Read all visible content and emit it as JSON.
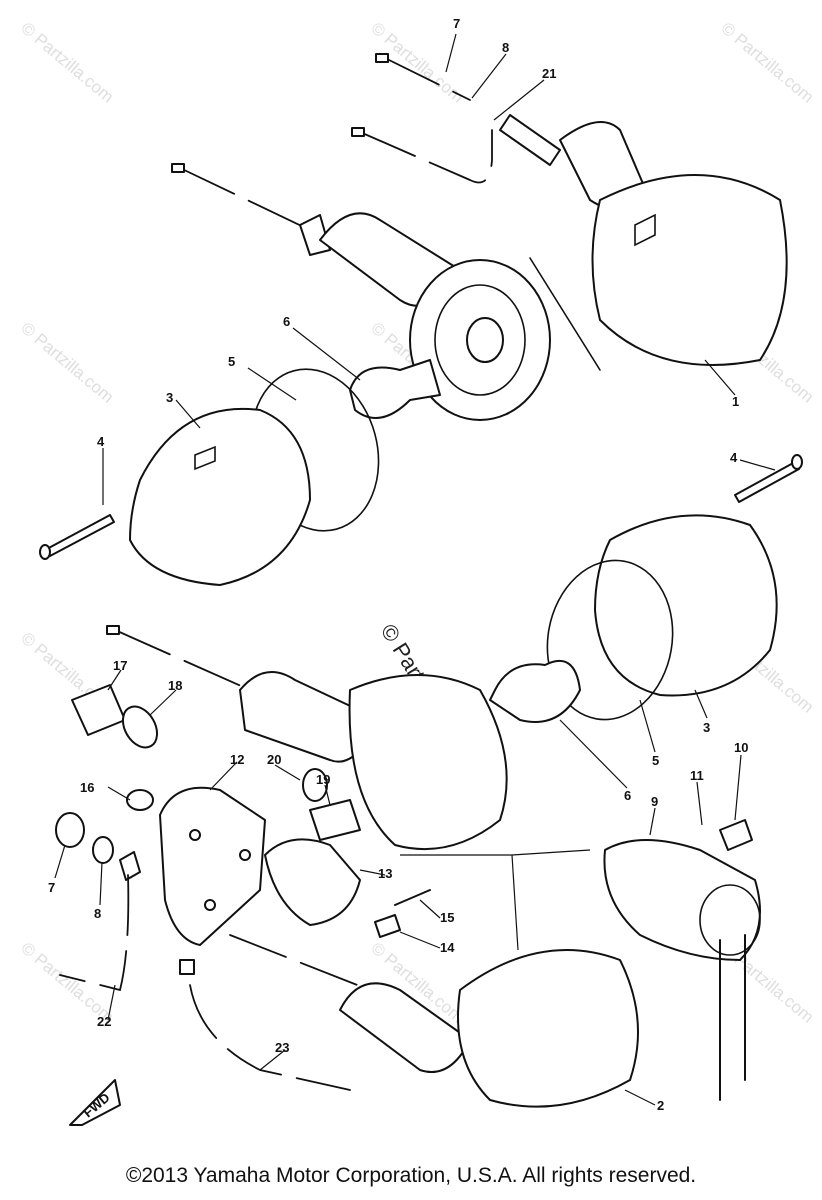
{
  "diagram": {
    "callouts": {
      "c1": "1",
      "c2": "2",
      "c3a": "3",
      "c3b": "3",
      "c4a": "4",
      "c4b": "4",
      "c5a": "5",
      "c5b": "5",
      "c6a": "6",
      "c6b": "6",
      "c7a": "7",
      "c7b": "7",
      "c8a": "8",
      "c8b": "8",
      "c9": "9",
      "c10": "10",
      "c11": "11",
      "c12": "12",
      "c13": "13",
      "c14": "14",
      "c15": "15",
      "c16": "16",
      "c17": "17",
      "c18": "18",
      "c19": "19",
      "c20": "20",
      "c21": "21",
      "c22": "22",
      "c23": "23"
    },
    "direction_marker": "FWD",
    "watermark": "© Partzilla.com"
  },
  "footer": {
    "copyright": "©2013 Yamaha Motor Corporation, U.S.A. All rights reserved."
  }
}
